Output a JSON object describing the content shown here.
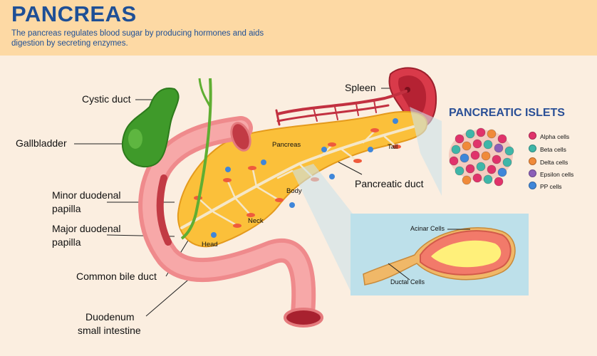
{
  "header": {
    "title": "PANCREAS",
    "subtitle": "The pancreas regulates blood sugar by producing hormones and aids digestion by secreting enzymes."
  },
  "labels": {
    "cystic_duct": "Cystic duct",
    "gallbladder": "Gallbladder",
    "minor_papilla_1": "Minor duodenal",
    "minor_papilla_2": "papilla",
    "major_papilla_1": "Major duodenal",
    "major_papilla_2": "papilla",
    "common_bile_duct": "Common  bile duct",
    "duodenum_1": "Duodenum",
    "duodenum_2": "small intestine",
    "spleen": "Spleen",
    "pancreatic_duct": "Pancreatic duct"
  },
  "pancreas_parts": {
    "pancreas": "Pancreas",
    "tail": "Tail",
    "body": "Body",
    "neck": "Neck",
    "head": "Head"
  },
  "acinar_inset": {
    "acinar_cells": "Acinar Cells",
    "ductal_cells": "Ductal Cells"
  },
  "islets": {
    "title": "PANCREATIC ISLETS",
    "legend": [
      {
        "label": "Alpha cells",
        "color": "#e0336b"
      },
      {
        "label": "Beta cells",
        "color": "#3fb6a8"
      },
      {
        "label": "Delta cells",
        "color": "#f08a3a"
      },
      {
        "label": "Epsilon cells",
        "color": "#8b5fb8"
      },
      {
        "label": "PP cells",
        "color": "#3f86d9"
      }
    ]
  }
}
